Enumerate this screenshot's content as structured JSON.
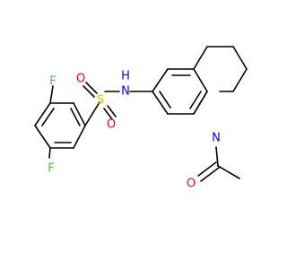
{
  "molecule": {
    "atoms": {
      "F1": {
        "label": "F",
        "color": "#33cc33"
      },
      "F2": {
        "label": "F",
        "color": "#33cc33"
      },
      "S": {
        "label": "S",
        "color": "#cccc00"
      },
      "O1": {
        "label": "O",
        "color": "#ff0000"
      },
      "O2": {
        "label": "O",
        "color": "#ff0000"
      },
      "NH_N": {
        "label": "N",
        "color": "#0000ff"
      },
      "NH_H": {
        "label": "H",
        "color": "#0000ff"
      },
      "N_ring": {
        "label": "N",
        "color": "#0000ff"
      },
      "O_acetyl": {
        "label": "O",
        "color": "#ff0000"
      }
    }
  }
}
